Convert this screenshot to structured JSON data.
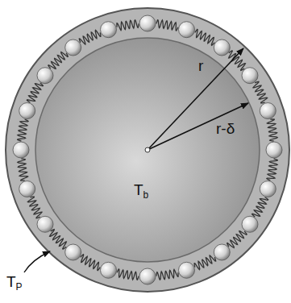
{
  "diagram": {
    "labels": [
      "r",
      "r-δ",
      "Tb",
      "TP"
    ]
  }
}
